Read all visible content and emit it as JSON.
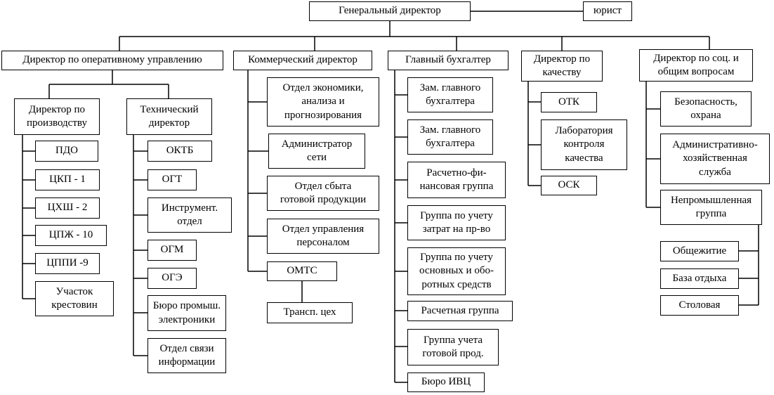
{
  "diagram": {
    "type": "org-chart",
    "colors": {
      "background": "#ffffff",
      "box_border": "#000000",
      "connector": "#000000",
      "text": "#000000"
    }
  },
  "nodes": {
    "general_director": {
      "label": "Генеральный директор",
      "reports_to": null
    },
    "jurist": {
      "label": "юрист",
      "reports_to": "general_director"
    },
    "dir_operations": {
      "label": "Директор по оперативному управлению",
      "reports_to": "general_director"
    },
    "commercial_director": {
      "label": "Коммерческий директор",
      "reports_to": "general_director"
    },
    "glavbuh": {
      "label": "Главный бухгалтер",
      "reports_to": "general_director"
    },
    "dir_quality": {
      "label": "Директор по\nкачеству",
      "reports_to": "general_director"
    },
    "dir_social": {
      "label": "Директор по соц. и\nобщим вопросам",
      "reports_to": "general_director"
    },
    "dir_production": {
      "label": "Директор по\nпроизводству",
      "reports_to": "dir_operations"
    },
    "tech_director": {
      "label": "Технический\nдиректор",
      "reports_to": "dir_operations"
    },
    "pdo": {
      "label": "ПДО",
      "reports_to": "dir_production"
    },
    "ckp_1": {
      "label": "ЦКП - 1",
      "reports_to": "dir_production"
    },
    "chsh_2": {
      "label": "ЦХШ - 2",
      "reports_to": "dir_production"
    },
    "cpzh_10": {
      "label": "ЦПЖ - 10",
      "reports_to": "dir_production"
    },
    "cppi_9": {
      "label": "ЦППИ -9",
      "reports_to": "dir_production"
    },
    "uchastok_krestovin": {
      "label": "Участок\nкрестовин",
      "reports_to": "dir_production"
    },
    "oktb": {
      "label": "ОКТБ",
      "reports_to": "tech_director"
    },
    "ogt": {
      "label": "ОГТ",
      "reports_to": "tech_director"
    },
    "instrument_otdel": {
      "label": "Инструмент.\nотдел",
      "reports_to": "tech_director"
    },
    "ogm": {
      "label": "ОГМ",
      "reports_to": "tech_director"
    },
    "oge": {
      "label": "ОГЭ",
      "reports_to": "tech_director"
    },
    "buro_prom_elektroniki": {
      "label": "Бюро промыш.\nэлектроники",
      "reports_to": "tech_director"
    },
    "otdel_svyazi": {
      "label": "Отдел связи\nинформации",
      "reports_to": "tech_director"
    },
    "otdel_ekonomiki": {
      "label": "Отдел экономики,\nанализа и\nпрогнозирования",
      "reports_to": "commercial_director"
    },
    "admin_seti": {
      "label": "Администратор\nсети",
      "reports_to": "commercial_director"
    },
    "otdel_sbyta": {
      "label": "Отдел сбыта\nготовой продукции",
      "reports_to": "commercial_director"
    },
    "otdel_upravleniya": {
      "label": "Отдел управления\nперсоналом",
      "reports_to": "commercial_director"
    },
    "omts": {
      "label": "ОМТС",
      "reports_to": "commercial_director"
    },
    "transp_ceh": {
      "label": "Трансп. цех",
      "reports_to": "omts"
    },
    "zam_glavnogo_1": {
      "label": "Зам. главного\nбухгалтера",
      "reports_to": "glavbuh"
    },
    "zam_glavnogo_2": {
      "label": "Зам. главного\nбухгалтера",
      "reports_to": "glavbuh"
    },
    "raschetno_fin": {
      "label": "Расчетно-фи-\nнансовая группа",
      "reports_to": "glavbuh"
    },
    "gruppa_zatrat": {
      "label": "Группа по учету\nзатрат на пр-во",
      "reports_to": "glavbuh"
    },
    "gruppa_osnovnyh": {
      "label": "Группа по учету\nосновных и обо-\nротных средств",
      "reports_to": "glavbuh"
    },
    "raschetnaya_gruppa": {
      "label": "Расчетная группа",
      "reports_to": "glavbuh"
    },
    "gruppa_gotovoy": {
      "label": "Группа учета\nготовой прод.",
      "reports_to": "glavbuh"
    },
    "buro_ivc": {
      "label": "Бюро ИВЦ",
      "reports_to": "glavbuh"
    },
    "otk": {
      "label": "ОТК",
      "reports_to": "dir_quality"
    },
    "lab_kontrolya": {
      "label": "Лаборатория\nконтроля\nкачества",
      "reports_to": "dir_quality"
    },
    "osk": {
      "label": "ОСК",
      "reports_to": "dir_quality"
    },
    "bezopasnost": {
      "label": "Безопасность,\nохрана",
      "reports_to": "dir_social"
    },
    "admin_hoz": {
      "label": "Административно-\nхозяйственная\nслужба",
      "reports_to": "dir_social"
    },
    "neprom_gruppa": {
      "label": "Непромышленная\nгруппа",
      "reports_to": "dir_social"
    },
    "obshezhitie": {
      "label": "Общежитие",
      "reports_to": "neprom_gruppa"
    },
    "baza_otdyha": {
      "label": "База отдыха",
      "reports_to": "neprom_gruppa"
    },
    "stolovaya": {
      "label": "Столовая",
      "reports_to": "neprom_gruppa"
    }
  }
}
